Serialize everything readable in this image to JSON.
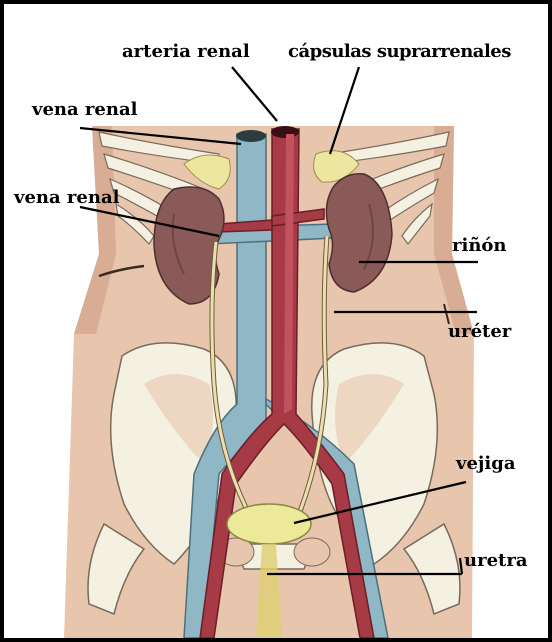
{
  "labels": {
    "arteria_renal": "arteria renal",
    "capsulas": "cápsulas suprarrenales",
    "vena_renal_top": "vena renal",
    "vena_renal_left": "vena renal",
    "rinon": "riñón",
    "ureter": "uréter",
    "vejiga": "vejiga",
    "uretra": "uretra"
  },
  "colors": {
    "skin": "#e7c6ad",
    "bone": "#f4f1e3",
    "vein": "#8fb7c6",
    "artery": "#a63a45",
    "kidney": "#8a5a58",
    "adrenal": "#ede6a0",
    "bladder": "#ecea98",
    "ureter": "#eadfb0",
    "urethra": "#ded070"
  }
}
